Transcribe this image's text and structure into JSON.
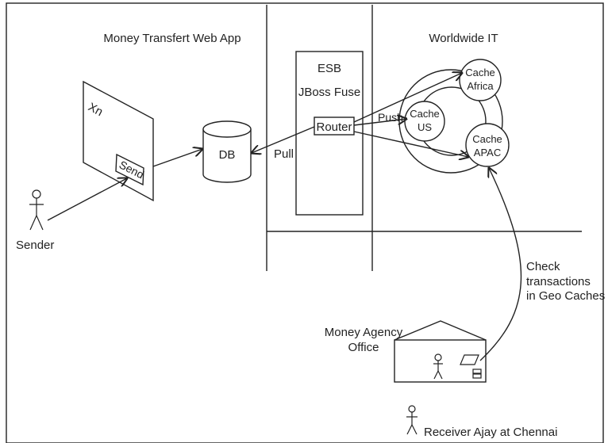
{
  "regions": {
    "web_app": "Money Transfert Web App",
    "it": "Worldwide IT"
  },
  "esb": {
    "line1": "ESB",
    "line2": "JBoss Fuse",
    "router": "Router"
  },
  "db": "DB",
  "form": {
    "field": "Xn",
    "send": "Send"
  },
  "sender": "Sender",
  "caches": {
    "us": [
      "Cache",
      "US"
    ],
    "africa": [
      "Cache",
      "Africa"
    ],
    "apac": [
      "Cache",
      "APAC"
    ]
  },
  "edges": {
    "pull": "Pull",
    "push": "Push"
  },
  "check": [
    "Check",
    "transactions",
    "in Geo Caches"
  ],
  "agency": [
    "Money Agency",
    "Office"
  ],
  "receiver": "Receiver Ajay at Chennai"
}
